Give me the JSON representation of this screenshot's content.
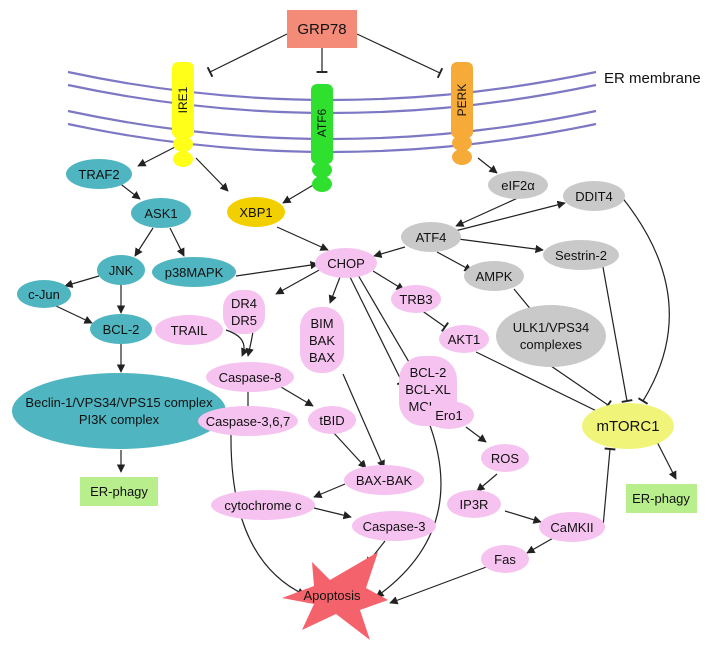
{
  "colors": {
    "teal": "#4fb5c0",
    "pink": "#f6c3f1",
    "gray": "#c9c9c9",
    "grp78": "#f48b79",
    "ire1": "#ffff19",
    "atf6": "#2fe02f",
    "perk": "#f6aa38",
    "xbp1": "#f2d000",
    "mtorc1": "#f0f57a",
    "er_phagy": "#b8ef8c",
    "apoptosis": "#f4636b",
    "membrane": "#7c78c4"
  },
  "labels": {
    "grp78": "GRP78",
    "er_membrane": "ER membrane",
    "ire1": "IRE1",
    "atf6": "ATF6",
    "perk": "PERK",
    "traf2": "TRAF2",
    "ask1": "ASK1",
    "jnk": "JNK",
    "p38mapk": "p38MAPK",
    "cjun": "c-Jun",
    "bcl2_left": "BCL-2",
    "beclin_line1": "Beclin-1/VPS34/VPS15 complex",
    "beclin_line2": "PI3K complex",
    "er_phagy_left": "ER-phagy",
    "xbp1": "XBP1",
    "eif2a": "eIF2α",
    "atf4": "ATF4",
    "ddit4": "DDIT4",
    "sestrin2": "Sestrin-2",
    "ampk": "AMPK",
    "ulk1_line1": "ULK1/VPS34",
    "ulk1_line2": "complexes",
    "chop": "CHOP",
    "dr4": "DR4",
    "dr5": "DR5",
    "trail": "TRAIL",
    "caspase8": "Caspase-8",
    "caspase367": "Caspase-3,6,7",
    "tbid": "tBID",
    "bim": "BIM",
    "bak": "BAK",
    "bax": "BAX",
    "bcl2_mid": "BCL-2",
    "bclxl": "BCL-XL",
    "mcl1": "MCL-1",
    "trb3": "TRB3",
    "akt1": "AKT1",
    "ero1": "Ero1",
    "ros": "ROS",
    "ip3r": "IP3R",
    "camkii": "CaMKII",
    "fas": "Fas",
    "baxbak": "BAX-BAK",
    "cytc": "cytochrome c",
    "caspase3": "Caspase-3",
    "apoptosis": "Apoptosis",
    "mtorc1": "mTORC1",
    "er_phagy_right": "ER-phagy"
  }
}
